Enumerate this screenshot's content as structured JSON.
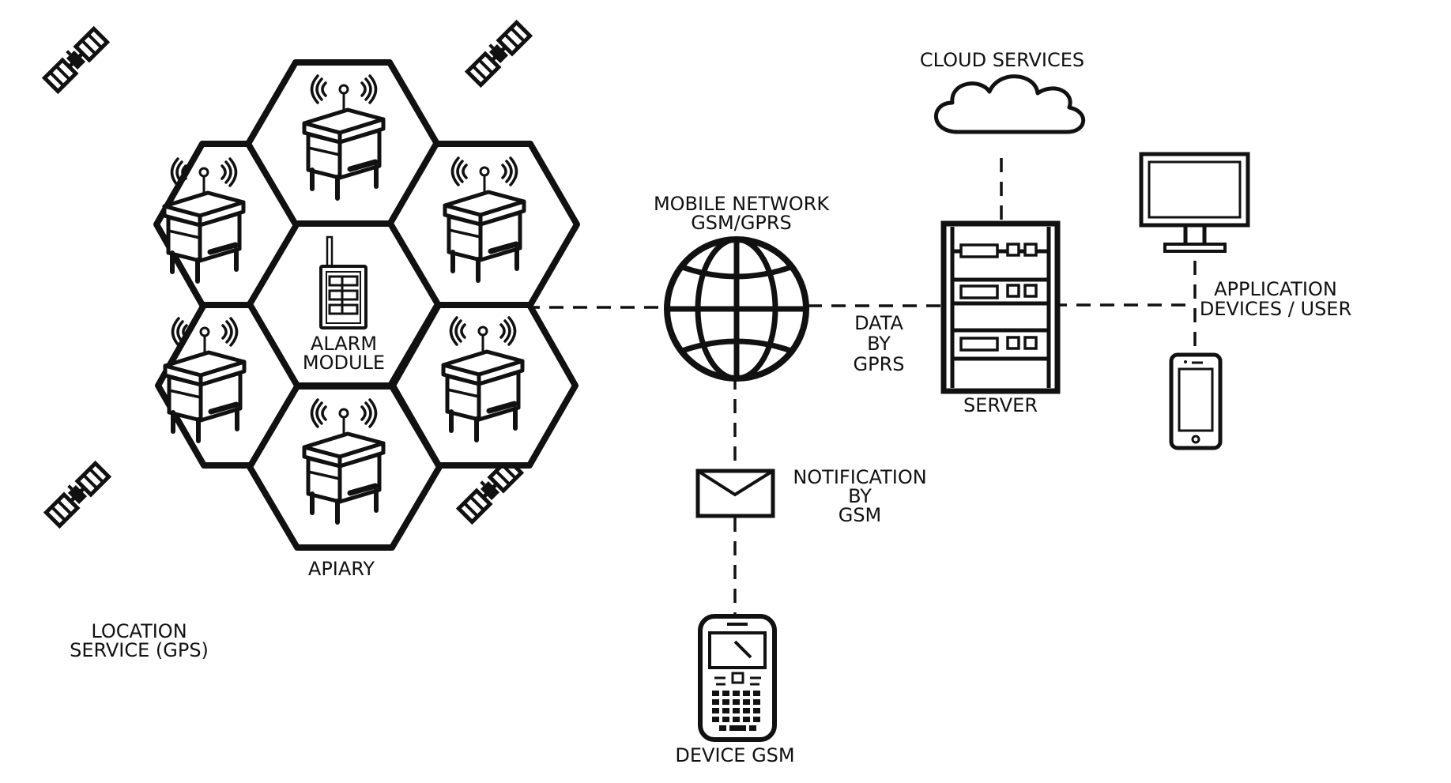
{
  "labels": {
    "cloud_services": "CLOUD SERVICES",
    "mobile_network_line1": "MOBILE NETWORK",
    "mobile_network_line2": "GSM/GPRS",
    "data_line1": "DATA",
    "data_line2": "BY",
    "data_line3": "GPRS",
    "server": "SERVER",
    "application_line1": "APPLICATION",
    "application_line2": "DEVICES / USER",
    "alarm_line1": "ALARM",
    "alarm_line2": "MODULE",
    "apiary": "APIARY",
    "notification_line1": "NOTIFICATION",
    "notification_line2": "BY",
    "notification_line3": "GSM",
    "device_gsm": "DEVICE GSM",
    "location_line1": "LOCATION",
    "location_line2": "SERVICE (GPS)"
  },
  "icons": [
    "satellite-icon",
    "beehive-icon",
    "antenna-icon",
    "alarm-module-icon",
    "globe-icon",
    "cloud-icon",
    "server-rack-icon",
    "monitor-icon",
    "smartphone-icon",
    "envelope-icon",
    "feature-phone-icon"
  ],
  "colors": {
    "stroke": "#111111",
    "background": "#ffffff"
  }
}
